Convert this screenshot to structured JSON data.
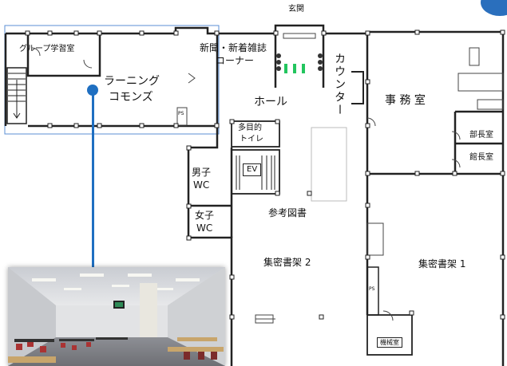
{
  "labels": {
    "entrance": "玄関",
    "group_study": "グループ学習室",
    "learning_commons_1": "ラーニング",
    "learning_commons_2": "コモンズ",
    "new_periodicals_1": "新聞・新着雑誌",
    "new_periodicals_2": "コーナー",
    "counter": "カウンター",
    "office": "事 務 室",
    "hall": "ホール",
    "multipurpose_toilet_1": "多目的",
    "multipurpose_toilet_2": "トイレ",
    "elevator": "EV",
    "mens_wc_1": "男子",
    "mens_wc_2": "WC",
    "womens_wc_1": "女子",
    "womens_wc_2": "WC",
    "reference_books": "参考図書",
    "compact_stacks_2": "集密書架 2",
    "compact_stacks_1": "集密書架 1",
    "dept_head_room": "部長室",
    "director_room": "館長室",
    "machine_room": "機械室",
    "ps_1": "PS",
    "ps_2": "PS"
  },
  "colors": {
    "walls": "#222222",
    "highlight_outline": "#5b8fd6",
    "pin": "#1f6fc1",
    "green_marker": "#22c55e",
    "corner_accent": "#2a6fbd"
  },
  "photo": {
    "subject": "learning-commons-interior-photo"
  }
}
